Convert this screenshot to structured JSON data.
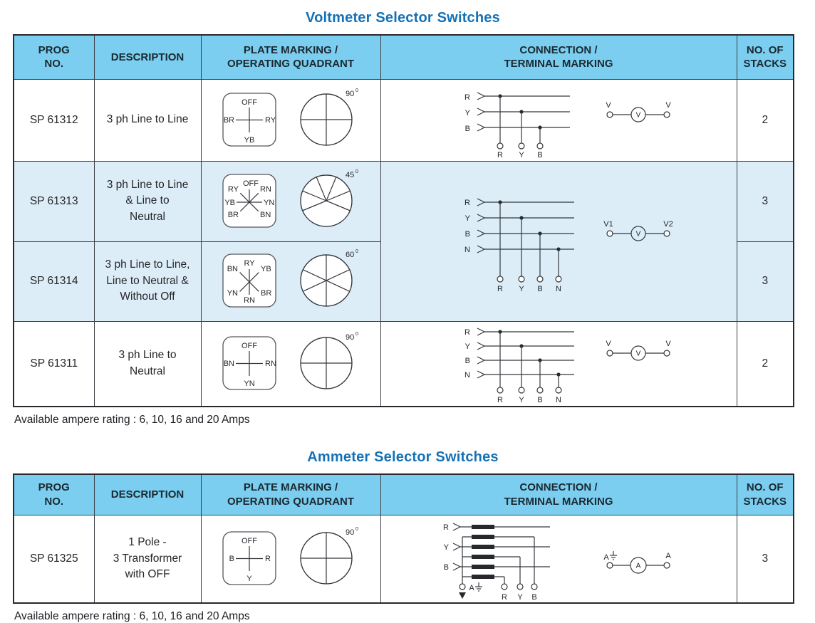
{
  "tables": [
    {
      "title": "Voltmeter Selector Switches",
      "note": "Available ampere rating : 6, 10, 16 and 20 Amps",
      "headers": {
        "prog": "PROG\nNO.",
        "desc": "DESCRIPTION",
        "plate": "PLATE MARKING /\nOPERATING QUADRANT",
        "conn": "CONNECTION /\nTERMINAL MARKING",
        "stacks": "NO. OF\nSTACKS"
      },
      "rows": [
        {
          "prog_no": "SP 61312",
          "description": "3 ph Line to Line",
          "plate": {
            "top": "OFF",
            "left": "BR",
            "right": "RY",
            "bottom": "YB"
          },
          "quadrant": {
            "angle": "90",
            "sup": "0"
          },
          "stacks": "2"
        },
        {
          "prog_no": "SP 61313",
          "description": "3 ph Line to Line\n& Line to\nNeutral",
          "plate": {
            "top": "OFF",
            "up_left": "RY",
            "up_right": "RN",
            "left": "YB",
            "right": "YN",
            "down_left": "BR",
            "down_right": "BN"
          },
          "quadrant": {
            "angle": "45",
            "sup": "0"
          },
          "stacks": "3"
        },
        {
          "prog_no": "SP 61314",
          "description": "3 ph Line to Line,\nLine to Neutral &\nWithout Off",
          "plate": {
            "top": "RY",
            "up_left": "BN",
            "up_right": "YB",
            "down_left": "YN",
            "down_right": "BR",
            "bottom": "RN"
          },
          "quadrant": {
            "angle": "60",
            "sup": "0"
          },
          "stacks": "3"
        },
        {
          "prog_no": "SP 61311",
          "description": "3 ph Line to\nNeutral",
          "plate": {
            "top": "OFF",
            "left": "BN",
            "right": "RN",
            "bottom": "YN"
          },
          "quadrant": {
            "angle": "90",
            "sup": "0"
          },
          "stacks": "2"
        }
      ],
      "diagrams": {
        "three_wire": {
          "line_labels": [
            "R",
            "Y",
            "B"
          ],
          "terminal_labels": [
            "R",
            "Y",
            "B"
          ],
          "meter": {
            "left": "V",
            "center": "V",
            "right": "V"
          }
        },
        "four_wire": {
          "line_labels": [
            "R",
            "Y",
            "B",
            "N"
          ],
          "terminal_labels": [
            "R",
            "Y",
            "B",
            "N"
          ],
          "meter": {
            "left": "V1",
            "center": "V",
            "right": "V2"
          }
        },
        "four_wire_v": {
          "line_labels": [
            "R",
            "Y",
            "B",
            "N"
          ],
          "terminal_labels": [
            "R",
            "Y",
            "B",
            "N"
          ],
          "meter": {
            "left": "V",
            "center": "V",
            "right": "V"
          }
        }
      }
    },
    {
      "title": "Ammeter Selector Switches",
      "note": "Available ampere rating : 6, 10, 16 and 20 Amps",
      "headers": {
        "prog": "PROG\nNO.",
        "desc": "DESCRIPTION",
        "plate": "PLATE MARKING /\nOPERATING QUADRANT",
        "conn": "CONNECTION /\nTERMINAL MARKING",
        "stacks": "NO. OF\nSTACKS"
      },
      "rows": [
        {
          "prog_no": "SP 61325",
          "description": "1 Pole -\n3 Transformer\nwith OFF",
          "plate": {
            "top": "OFF",
            "left": "B",
            "right": "R",
            "bottom": "Y"
          },
          "quadrant": {
            "angle": "90",
            "sup": "0"
          },
          "stacks": "3"
        }
      ],
      "diagrams": {
        "ct": {
          "line_labels": [
            "R",
            "Y",
            "B"
          ],
          "ground_label": "A",
          "terminal_labels": [
            "R",
            "Y",
            "B"
          ],
          "meter": {
            "left": "A",
            "center": "A",
            "right": "A"
          }
        }
      }
    }
  ]
}
